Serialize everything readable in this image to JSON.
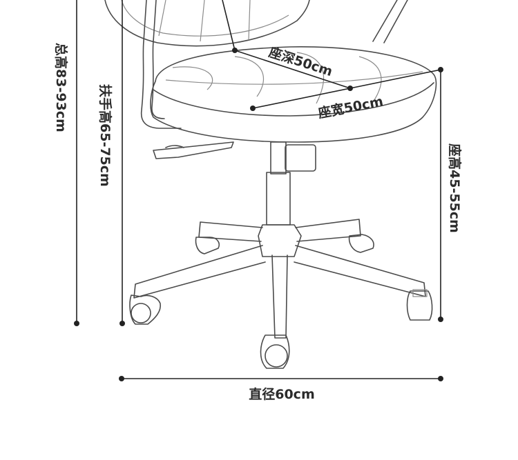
{
  "dimensions": {
    "total_height": "总高83-93cm",
    "armrest_height": "扶手高65-75cm",
    "seat_depth": "座深50cm",
    "seat_width": "座宽50cm",
    "seat_height": "座高45-55cm",
    "diameter": "直径60cm"
  }
}
